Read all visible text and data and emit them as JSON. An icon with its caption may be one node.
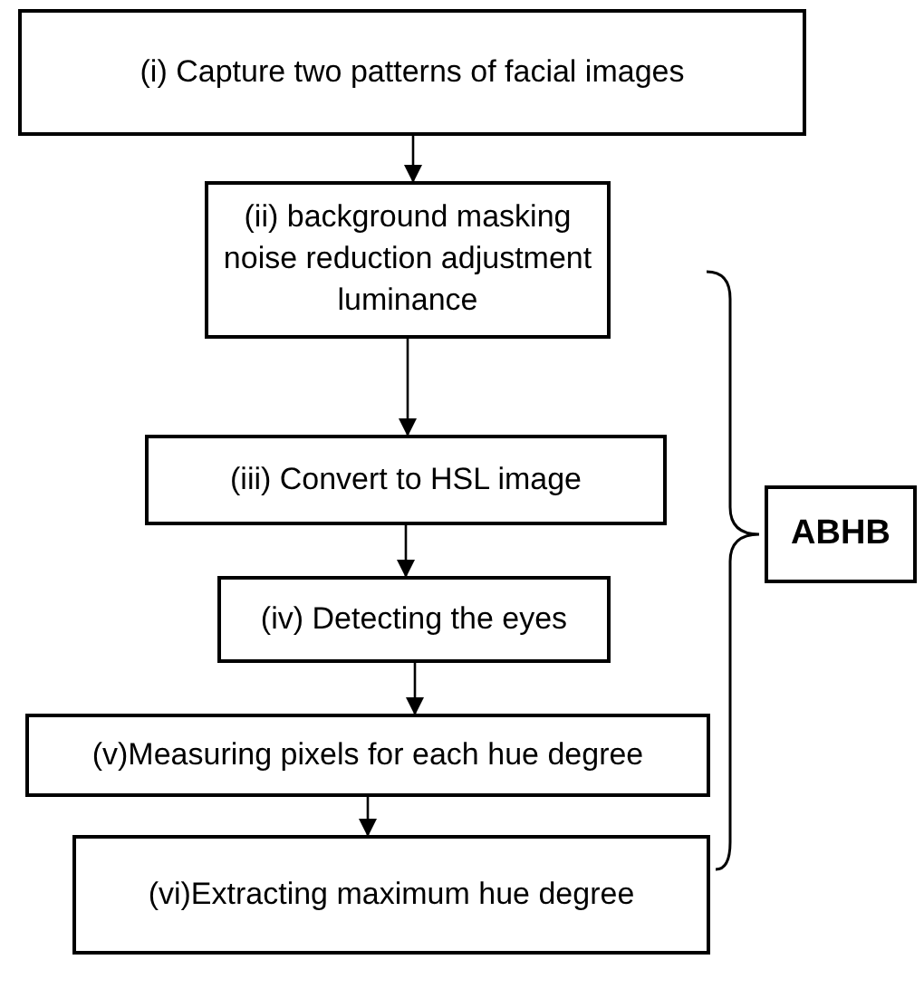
{
  "diagram": {
    "nodes": [
      {
        "text": [
          "(i)   Capture two patterns of facial images"
        ]
      },
      {
        "text": [
          "(ii) background masking noise reduction adjustment luminance"
        ]
      },
      {
        "text": [
          "(iii) Convert to HSL image"
        ]
      },
      {
        "text": [
          "(iv) Detecting the eyes"
        ]
      },
      {
        "text": [
          "(v)Measuring pixels for each hue degree"
        ]
      },
      {
        "text": [
          "(vi)Extracting maximum hue degree"
        ]
      },
      {
        "text": [
          "ABHB"
        ]
      }
    ],
    "edges": [
      {
        "from": 0,
        "to": 1,
        "arrow": "to"
      },
      {
        "from": 1,
        "to": 2,
        "arrow": "to"
      },
      {
        "from": 2,
        "to": 3,
        "arrow": "to"
      },
      {
        "from": 3,
        "to": 4,
        "arrow": "to"
      },
      {
        "from": 4,
        "to": 5,
        "arrow": "to"
      }
    ]
  }
}
